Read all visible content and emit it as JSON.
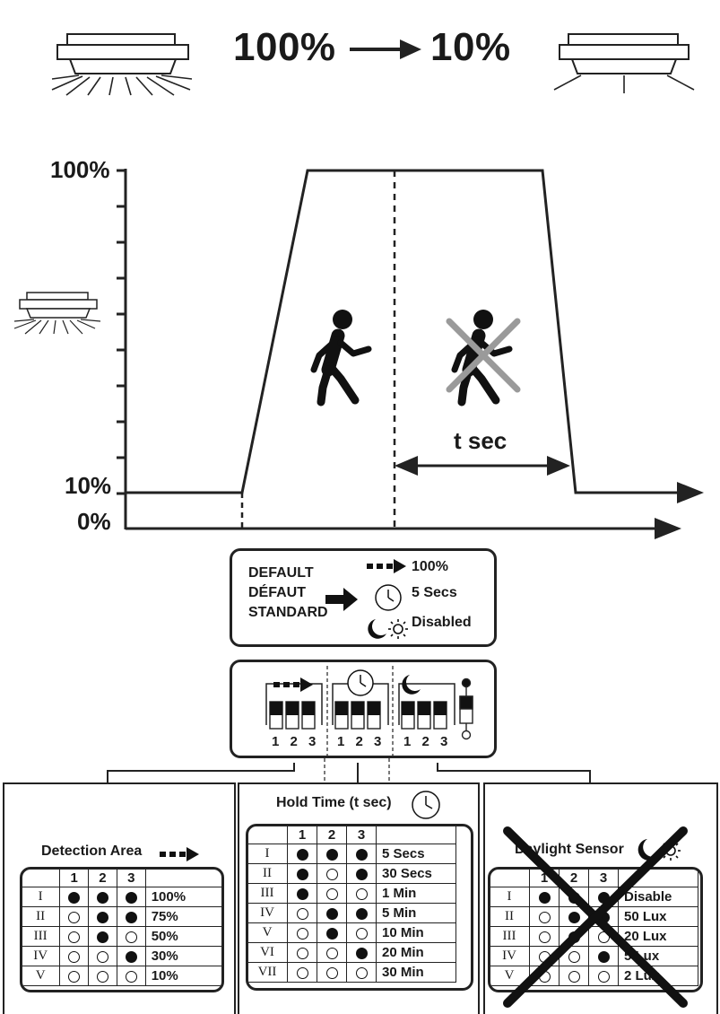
{
  "header": {
    "from_pct": "100%",
    "to_pct": "10%"
  },
  "graph": {
    "y_top": "100%",
    "y_dim": "10%",
    "y_zero": "0%",
    "hold_label": "t sec"
  },
  "defaults": {
    "lines": [
      "DEFAULT",
      "DÉFAUT",
      "STANDARD"
    ],
    "detection": "100%",
    "hold": "5 Secs",
    "daylight": "Disabled"
  },
  "switch_panel": {
    "numbers": [
      "1",
      "2",
      "3"
    ]
  },
  "detection_table": {
    "title": "Detection Area",
    "headers": [
      "1",
      "2",
      "3"
    ],
    "rows": [
      {
        "roman": "I",
        "dips": [
          1,
          1,
          1
        ],
        "value": "100%"
      },
      {
        "roman": "II",
        "dips": [
          0,
          1,
          1
        ],
        "value": "75%"
      },
      {
        "roman": "III",
        "dips": [
          0,
          1,
          0
        ],
        "value": "50%"
      },
      {
        "roman": "IV",
        "dips": [
          0,
          0,
          1
        ],
        "value": "30%"
      },
      {
        "roman": "V",
        "dips": [
          0,
          0,
          0
        ],
        "value": "10%"
      }
    ]
  },
  "hold_table": {
    "title": "Hold Time (t sec)",
    "headers": [
      "1",
      "2",
      "3"
    ],
    "rows": [
      {
        "roman": "I",
        "dips": [
          1,
          1,
          1
        ],
        "value": "5 Secs"
      },
      {
        "roman": "II",
        "dips": [
          1,
          0,
          1
        ],
        "value": "30 Secs"
      },
      {
        "roman": "III",
        "dips": [
          1,
          0,
          0
        ],
        "value": "1 Min"
      },
      {
        "roman": "IV",
        "dips": [
          0,
          1,
          1
        ],
        "value": "5 Min"
      },
      {
        "roman": "V",
        "dips": [
          0,
          1,
          0
        ],
        "value": "10 Min"
      },
      {
        "roman": "VI",
        "dips": [
          0,
          0,
          1
        ],
        "value": "20 Min"
      },
      {
        "roman": "VII",
        "dips": [
          0,
          0,
          0
        ],
        "value": "30 Min"
      }
    ]
  },
  "daylight_table": {
    "title": "Daylight Sensor",
    "headers": [
      "1",
      "2",
      "3"
    ],
    "rows": [
      {
        "roman": "I",
        "dips": [
          1,
          1,
          1
        ],
        "value": "Disable"
      },
      {
        "roman": "II",
        "dips": [
          0,
          1,
          1
        ],
        "value": "50 Lux"
      },
      {
        "roman": "III",
        "dips": [
          0,
          1,
          0
        ],
        "value": "20 Lux"
      },
      {
        "roman": "IV",
        "dips": [
          0,
          0,
          1
        ],
        "value": "5 Lux"
      },
      {
        "roman": "V",
        "dips": [
          0,
          0,
          0
        ],
        "value": "2 Lux"
      }
    ]
  },
  "icons": [
    "lamp-bright-icon",
    "lamp-dim-icon",
    "arrow-right-icon",
    "walking-person-icon",
    "cross-icon",
    "clock-icon",
    "moon-icon",
    "sun-icon",
    "dashed-arrow-icon"
  ]
}
